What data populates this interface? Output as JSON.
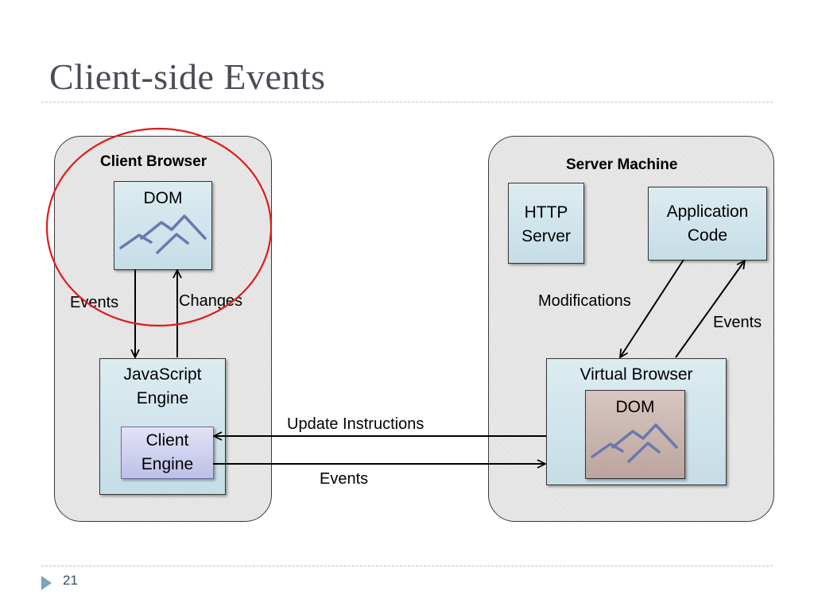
{
  "slide": {
    "title": "Client-side Events",
    "page_number": "21"
  },
  "client": {
    "label": "Client Browser",
    "dom": "DOM",
    "js_engine": [
      "JavaScript",
      "Engine"
    ],
    "client_engine": [
      "Client",
      "Engine"
    ],
    "events_label": "Events",
    "changes_label": "Changes"
  },
  "server": {
    "label": "Server Machine",
    "http_server": [
      "HTTP",
      "Server"
    ],
    "app_code": [
      "Application",
      "Code"
    ],
    "virtual_browser": "Virtual Browser",
    "dom": "DOM",
    "modifications_label": "Modifications",
    "events_label": "Events"
  },
  "links": {
    "update_instructions": "Update Instructions",
    "events": "Events"
  },
  "colors": {
    "highlight_circle": "#e01b1b",
    "tree_icon": "#6a78b0"
  }
}
